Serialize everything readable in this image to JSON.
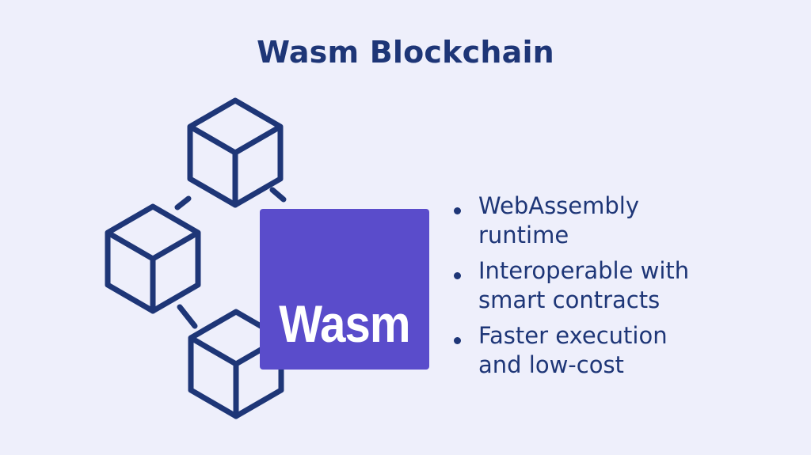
{
  "title": "Wasm Blockchain",
  "wasm_block": {
    "label": "Wasm",
    "color": "#5a4ccb"
  },
  "bullets": [
    {
      "line1": "WebAssembly",
      "line2": "runtime"
    },
    {
      "line1": "Interoperable with",
      "line2": "smart contracts"
    },
    {
      "line1": "Faster execution",
      "line2": "and low-cost"
    }
  ],
  "colors": {
    "background": "#eeeffb",
    "ink": "#1e3677",
    "accent": "#5a4ccb"
  },
  "icons": [
    "cube-icon",
    "cube-icon",
    "cube-icon",
    "bullet-dot-icon"
  ]
}
